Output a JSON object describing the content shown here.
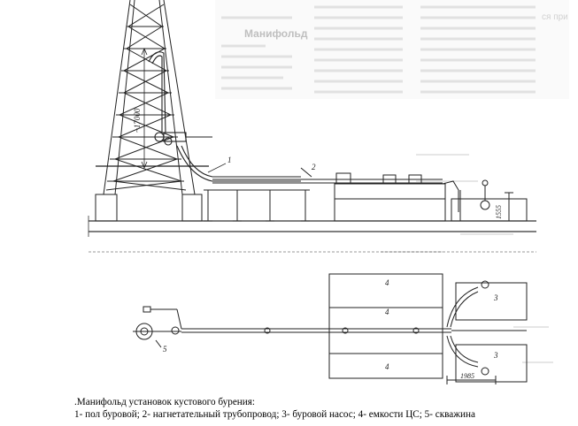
{
  "figure": {
    "drawing_labels": {
      "height_dim": "~17000",
      "pipe_ref_1": "1",
      "pipe_ref_2": "2",
      "tank_1": "4",
      "tank_2": "4",
      "tank_3": "4",
      "pump_1": "3",
      "pump_2": "3",
      "well": "5",
      "dim_1555": "1555",
      "dim_1985": "1985"
    },
    "ghost_text": {
      "heading": "Манифольд",
      "fragment_1": "ся при",
      "fragment_2": "1555",
      "fragment_3": "1985"
    }
  },
  "caption": {
    "title": ".Манифольд установок кустового бурения:",
    "legend": "1- пол буровой; 2- нагнетательный трубопровод; 3- буровой насос; 4- емкости ЦС; 5- скважина"
  }
}
